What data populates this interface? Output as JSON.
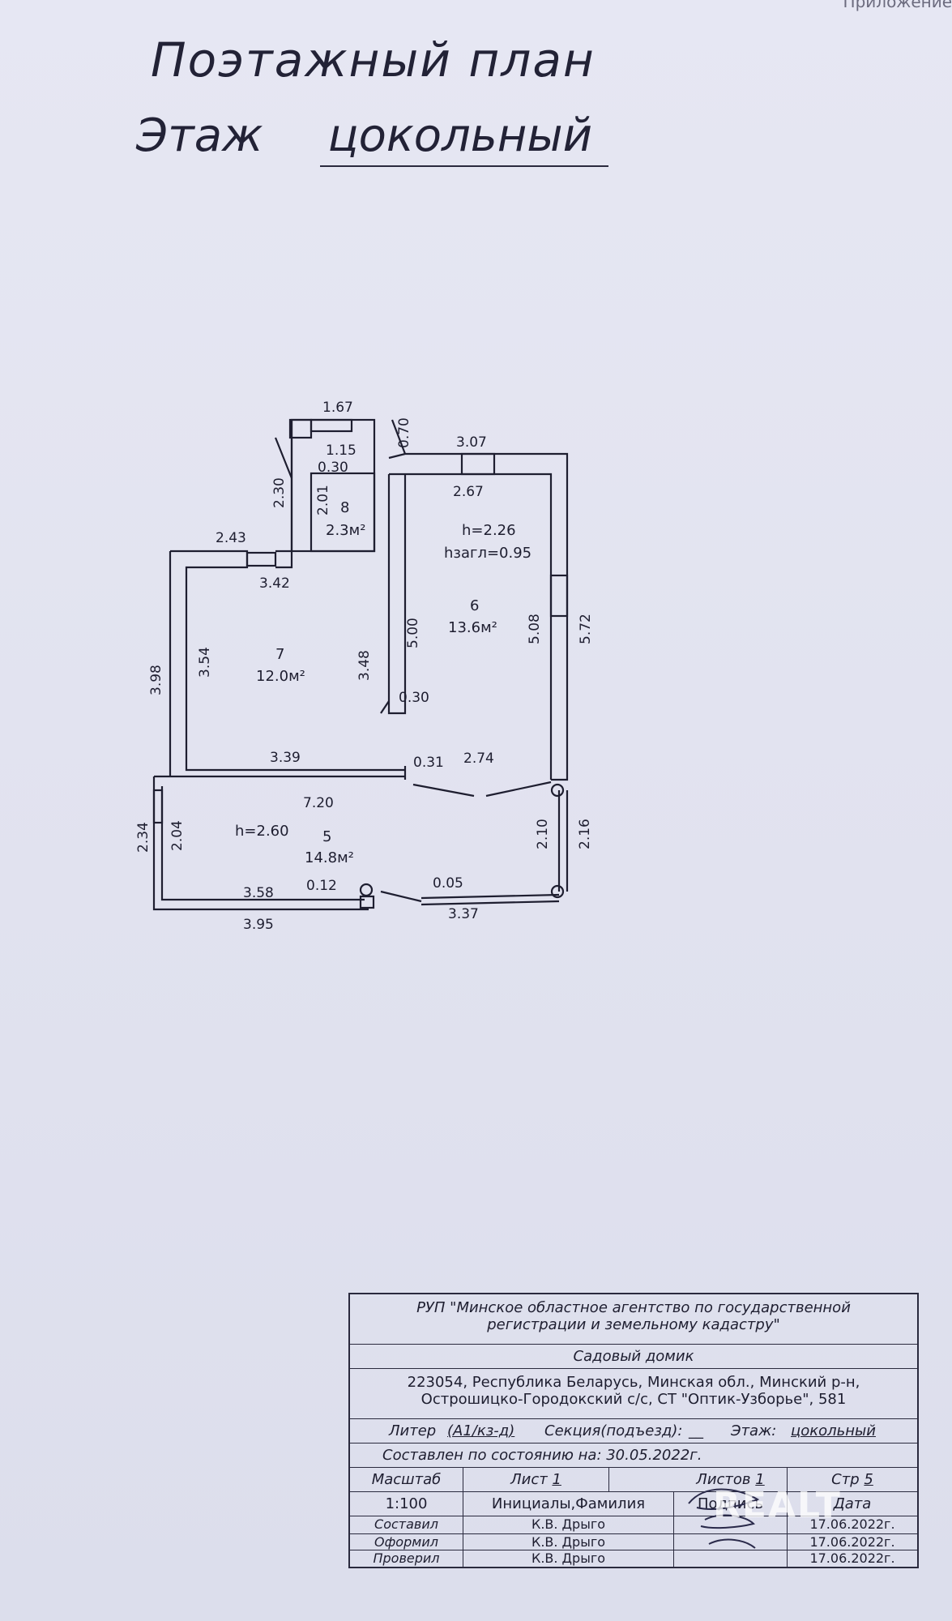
{
  "corner_text": "Приложение",
  "header": {
    "title": "Поэтажный план",
    "floor_label": "Этаж",
    "floor_value": "цокольный"
  },
  "rooms": [
    {
      "number": "8",
      "area": "2.3м²"
    },
    {
      "number": "6",
      "area": "13.6м²",
      "h": "h=2.26",
      "h_zagl": "hзагл=0.95"
    },
    {
      "number": "7",
      "area": "12.0м²"
    },
    {
      "number": "5",
      "area": "14.8м²",
      "h": "h=2.60"
    }
  ],
  "dimensions": {
    "d167": "1.67",
    "d070": "0.70",
    "d115": "1.15",
    "d030a": "0.30",
    "d307": "3.07",
    "d230": "2.30",
    "d201": "2.01",
    "d267": "2.67",
    "d243": "2.43",
    "d342": "3.42",
    "d500": "5.00",
    "d508": "5.08",
    "d572": "5.72",
    "d398": "3.98",
    "d354": "3.54",
    "d348": "3.48",
    "d030b": "0.30",
    "d339": "3.39",
    "d031": "0.31",
    "d274": "2.74",
    "d720": "7.20",
    "d234": "2.34",
    "d204": "2.04",
    "d210": "2.10",
    "d216": "2.16",
    "d358": "3.58",
    "d012": "0.12",
    "d005": "0.05",
    "d395": "3.95",
    "d337": "3.37"
  },
  "title_block": {
    "org_line1": "РУП \"Минское областное агентство по государственной",
    "org_line2": "регистрации и земельному кадастру\"",
    "object": "Садовый домик",
    "address_line1": "223054, Республика Беларусь, Минская обл., Минский р-н,",
    "address_line2": "Острошицко-Городокский с/с, СТ \"Оптик-Узборье\", 581",
    "liter_label": "Литер",
    "liter_value": "(А1/кз-д)",
    "section_label": "Секция(подъезд):",
    "section_value": "__",
    "floor_label": "Этаж:",
    "floor_value": "цокольный",
    "status_date": "Составлен по состоянию на: 30.05.2022г.",
    "scale_label": "Масштаб",
    "scale_value": "1:100",
    "sheet_label": "Лист",
    "sheet_value": "1",
    "sheets_label": "Листов",
    "sheets_value": "1",
    "page_label": "Стр",
    "page_value": "5",
    "col_initials": "Инициалы,Фамилия",
    "col_signature": "Подпись",
    "col_date": "Дата",
    "rows": [
      {
        "role": "Составил",
        "name": "К.В. Дрыго",
        "date": "17.06.2022г."
      },
      {
        "role": "Оформил",
        "name": "К.В. Дрыго",
        "date": "17.06.2022г."
      },
      {
        "role": "Проверил",
        "name": "К.В. Дрыго",
        "date": "17.06.2022г."
      }
    ]
  },
  "watermark": "REALT"
}
